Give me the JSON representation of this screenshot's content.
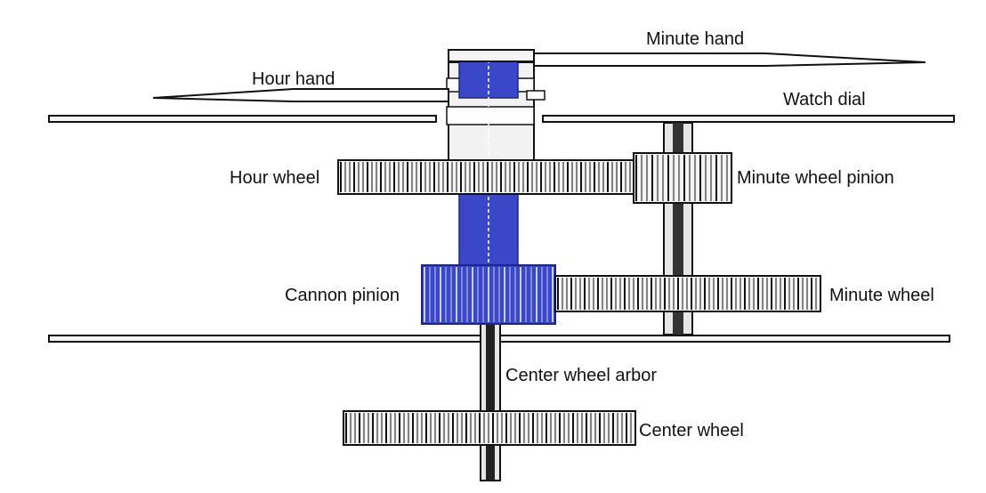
{
  "labels": {
    "minute_hand": "Minute hand",
    "hour_hand": "Hour hand",
    "watch_dial": "Watch dial",
    "hour_wheel": "Hour wheel",
    "minute_wheel_pinion": "Minute wheel pinion",
    "cannon_pinion": "Cannon pinion",
    "minute_wheel": "Minute wheel",
    "center_wheel_arbor": "Center wheel arbor",
    "center_wheel": "Center wheel"
  },
  "colors": {
    "highlight": "#3a48c8",
    "highlight_dark": "#1c2490",
    "ink": "#111111",
    "metal": "#f4f4f4"
  }
}
